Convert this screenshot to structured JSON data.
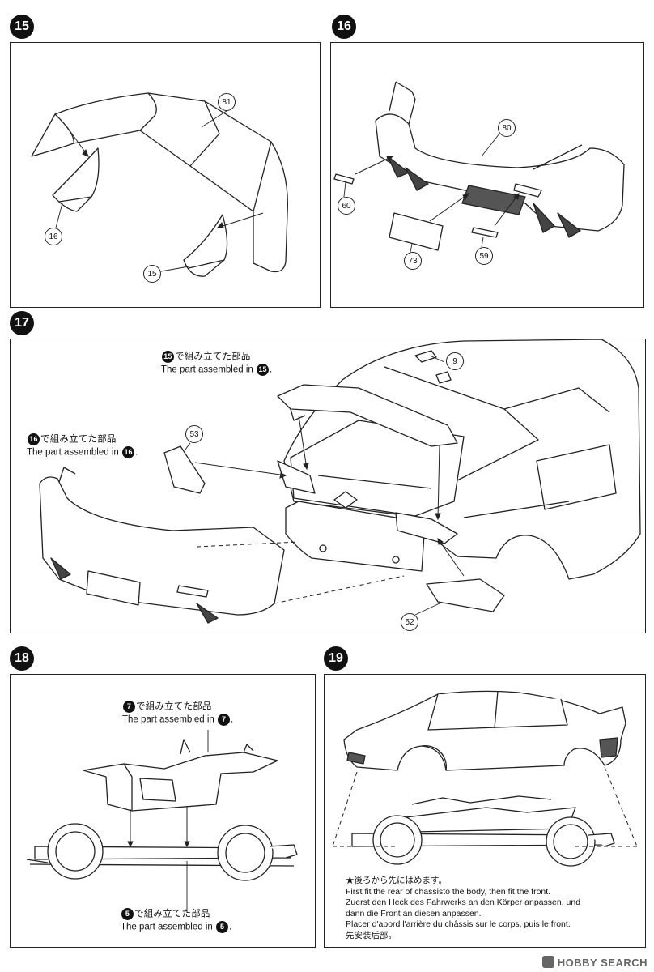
{
  "steps": {
    "s15": {
      "number": "15",
      "parts": {
        "wing": "81",
        "left_fin": "16",
        "right_fin": "15"
      }
    },
    "s16": {
      "number": "16",
      "parts": {
        "bumper": "80",
        "left_reflector": "60",
        "plate": "73",
        "right_reflector": "59"
      }
    },
    "s17": {
      "number": "17",
      "note_wing": {
        "ref": "15",
        "ja": "で組み立てた部品",
        "en": "The part assembled in"
      },
      "note_bumper": {
        "ref": "16",
        "ja": "で組み立てた部品",
        "en": "The part assembled in"
      },
      "parts": {
        "antenna": "9",
        "left_lamp": "53",
        "right_lamp": "52"
      }
    },
    "s18": {
      "number": "18",
      "note_top": {
        "ref": "7",
        "ja": "で組み立てた部品",
        "en": "The part assembled in"
      },
      "note_bottom": {
        "ref": "5",
        "ja": "で組み立てた部品",
        "en": "The part assembled in"
      }
    },
    "s19": {
      "number": "19",
      "instructions": {
        "ja": "★後ろから先にはめます。",
        "en": "First fit the rear of chassisto the body, then fit the front.",
        "de1": "Zuerst den Heck des Fahrwerks an den Körper anpassen, und",
        "de2": "dann die Front an diesen anpassen.",
        "fr": "Placer d'abord l'arrière du châssis sur le corps, puis le front.",
        "zh": "先安装后部。"
      }
    }
  },
  "watermark": {
    "text": "HOBBY SEARCH",
    "icon": "hobby-search-logo-icon"
  }
}
